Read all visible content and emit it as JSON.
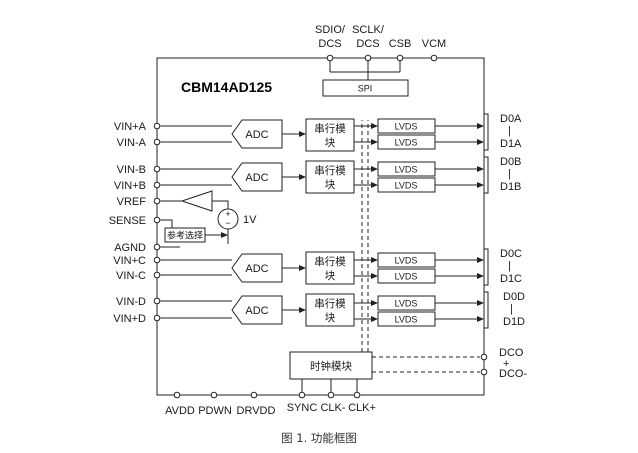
{
  "chip_name": "CBM14AD125",
  "caption": "图 1. 功能框图",
  "top_pins": {
    "sdio_l1": "SDIO/",
    "sdio_l2": "DCS",
    "sclk_l1": "SCLK/",
    "sclk_l2": "DCS",
    "csb": "CSB",
    "vcm": "VCM"
  },
  "spi_label": "SPI",
  "left_pins": {
    "vin_a_pos": "VIN+A",
    "vin_a_neg": "VIN-A",
    "vin_b_neg": "VIN-B",
    "vin_b_pos": "VIN+B",
    "vref": "VREF",
    "sense": "SENSE",
    "agnd": "AGND",
    "vin_c_pos": "VIN+C",
    "vin_c_neg": "VIN-C",
    "vin_d_neg": "VIN-D",
    "vin_d_pos": "VIN+D"
  },
  "adc_label": "ADC",
  "serial_l1": "串行模",
  "serial_l2": "块",
  "lvds_label": "LVDS",
  "ref_select": "参考选择",
  "voltage": "1V",
  "clock_block": "时钟模块",
  "right_pins": {
    "d0a": "D0A",
    "d1a": "D1A",
    "d0b": "D0B",
    "d1b": "D1B",
    "d0c": "D0C",
    "d1c": "D1C",
    "d0d": "D0D",
    "d1d": "D1D",
    "dco_pos": "DCO",
    "dco_plus": "+",
    "dco_neg": "DCO-",
    "bar": "|"
  },
  "bottom_pins": {
    "avdd": "AVDD",
    "pdwn": "PDWN",
    "drvdd": "DRVDD",
    "sync": "SYNC",
    "clk_neg": "CLK-",
    "clk_pos": "CLK+"
  }
}
